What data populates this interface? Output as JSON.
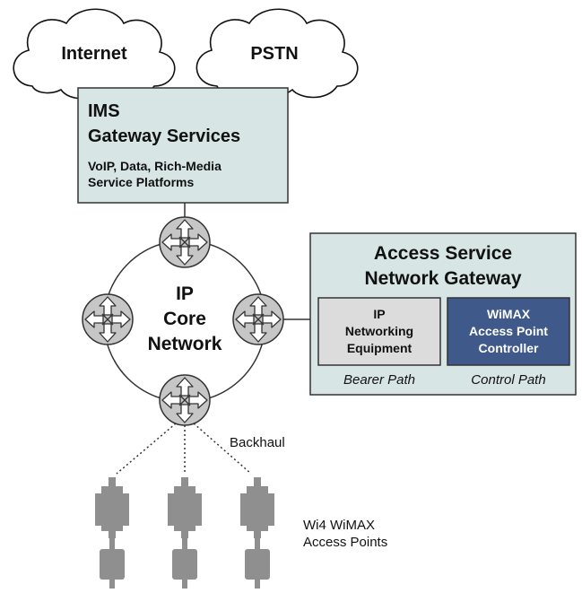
{
  "clouds": {
    "internet": "Internet",
    "pstn": "PSTN"
  },
  "ims": {
    "title_line1": "IMS",
    "title_line2": "Gateway Services",
    "sub_line1": "VoIP, Data, Rich-Media",
    "sub_line2": "Service Platforms"
  },
  "core": {
    "line1": "IP",
    "line2": "Core",
    "line3": "Network"
  },
  "asn": {
    "title_line1": "Access Service",
    "title_line2": "Network Gateway",
    "ip_box": {
      "line1": "IP",
      "line2": "Networking",
      "line3": "Equipment"
    },
    "wimax_box": {
      "line1": "WiMAX",
      "line2": "Access Point",
      "line3": "Controller"
    },
    "bearer_label": "Bearer Path",
    "control_label": "Control Path"
  },
  "backhaul_label": "Backhaul",
  "access_points": {
    "line1": "Wi4 WiMAX",
    "line2": "Access Points"
  },
  "colors": {
    "box_fill": "#d8e5e5",
    "ip_box_fill": "#dcdcdc",
    "wimax_fill": "#3f5a8a",
    "router_fill": "#c6c6c6",
    "ap_fill": "#8f8f8f"
  },
  "icons": {
    "router": "router-icon",
    "cloud": "cloud-icon",
    "access_point": "access-point-icon"
  }
}
